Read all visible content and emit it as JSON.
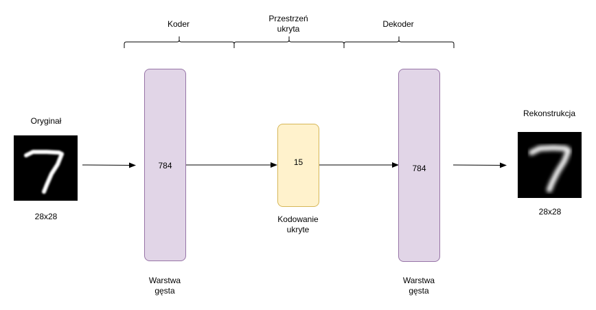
{
  "sections": {
    "encoder": "Koder",
    "latent_space_line1": "Przestrzeń",
    "latent_space_line2": "ukryta",
    "decoder": "Dekoder"
  },
  "input": {
    "title": "Oryginał",
    "size": "28x28",
    "digit": "7"
  },
  "output": {
    "title": "Rekonstrukcja",
    "size": "28x28",
    "digit": "7"
  },
  "encoder_layer": {
    "units": "784",
    "caption_line1": "Warstwa",
    "caption_line2": "gęsta",
    "color": "#e1d5e7"
  },
  "latent_layer": {
    "units": "15",
    "caption_line1": "Kodowanie",
    "caption_line2": "ukryte",
    "color": "#fff2cc"
  },
  "decoder_layer": {
    "units": "784",
    "caption_line1": "Warstwa",
    "caption_line2": "gęsta",
    "color": "#e1d5e7"
  }
}
